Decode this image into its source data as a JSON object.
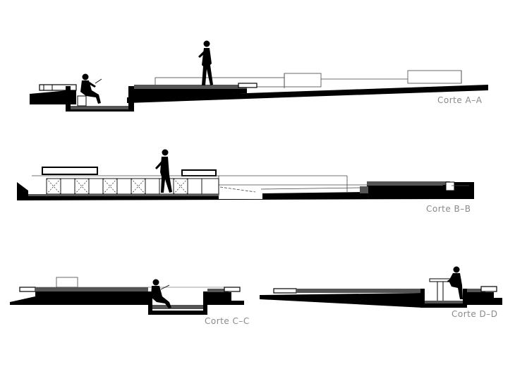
{
  "sections": [
    {
      "id": "a",
      "label": "Corte A–A"
    },
    {
      "id": "b",
      "label": "Corte B–B"
    },
    {
      "id": "c",
      "label": "Corte C–C"
    },
    {
      "id": "d",
      "label": "Corte D–D"
    }
  ],
  "colors": {
    "solid": "#000000",
    "grey": "#555555",
    "line": "#444444",
    "label": "#8a8a8a"
  }
}
